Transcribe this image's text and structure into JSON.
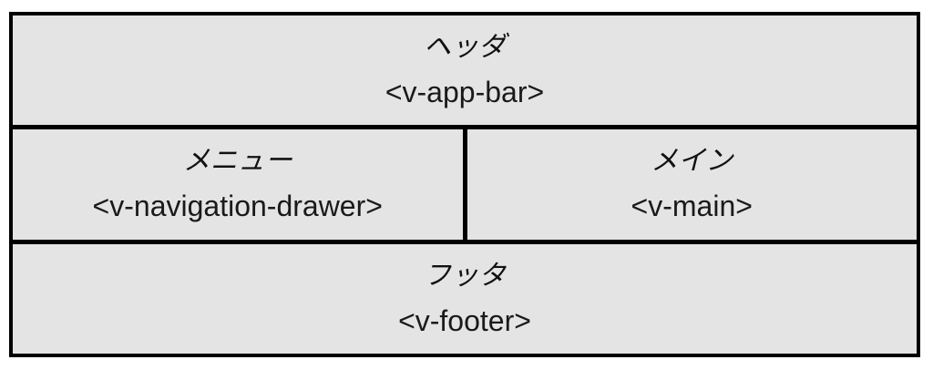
{
  "diagram": {
    "title": "vuetify-layout-structure",
    "header": {
      "label_ja": "ヘッダ",
      "tag": "<v-app-bar>"
    },
    "drawer": {
      "label_ja": "メニュー",
      "tag": "<v-navigation-drawer>"
    },
    "main": {
      "label_ja": "メイン",
      "tag": "<v-main>"
    },
    "footer": {
      "label_ja": "フッタ",
      "tag": "<v-footer>"
    }
  },
  "colors": {
    "cell_background": "#e4e4e4",
    "border": "#000000",
    "page_background": "#ffffff",
    "text": "#1a1a1a"
  }
}
